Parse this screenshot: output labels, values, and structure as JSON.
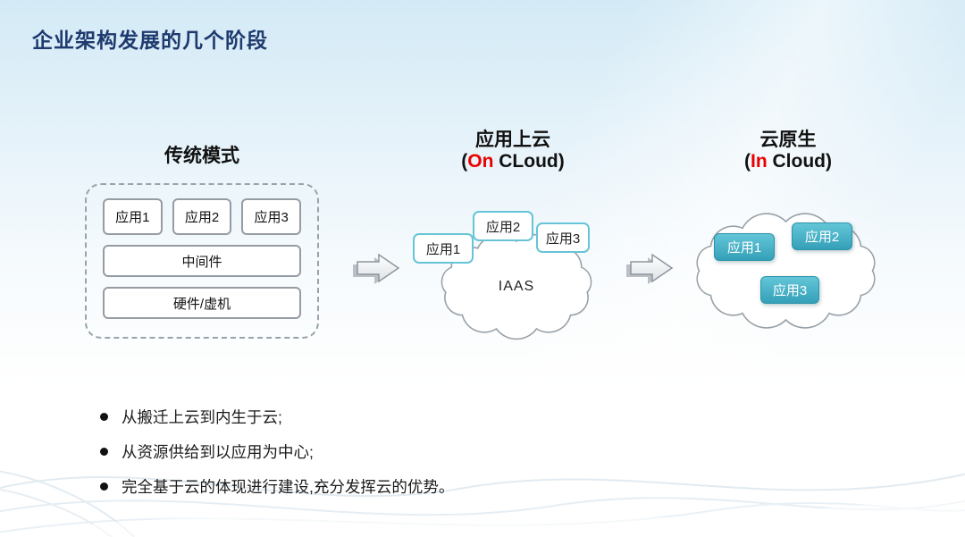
{
  "slide": {
    "title": "企业架构发展的几个阶段"
  },
  "stages": {
    "traditional": {
      "title": "传统模式",
      "apps": [
        "应用1",
        "应用2",
        "应用3"
      ],
      "middleware": "中间件",
      "hardware": "硬件/虚机"
    },
    "on_cloud": {
      "title": "应用上云",
      "sub_open": "(",
      "sub_red": "On",
      "sub_rest": " CLoud)",
      "cloud_label": "IAAS",
      "apps": [
        "应用1",
        "应用2",
        "应用3"
      ]
    },
    "in_cloud": {
      "title": "云原生",
      "sub_open": "(",
      "sub_red": "In",
      "sub_rest": " Cloud)",
      "apps": [
        "应用1",
        "应用2",
        "应用3"
      ]
    }
  },
  "bullets": [
    "从搬迁上云到内生于云;",
    "从资源供给到以应用为中心;",
    "完全基于云的体现进行建设,充分发挥云的优势。"
  ],
  "colors": {
    "accent_red": "#eb0000",
    "title_blue": "#1e3a6e",
    "teal_fill": "#34a0b8"
  }
}
